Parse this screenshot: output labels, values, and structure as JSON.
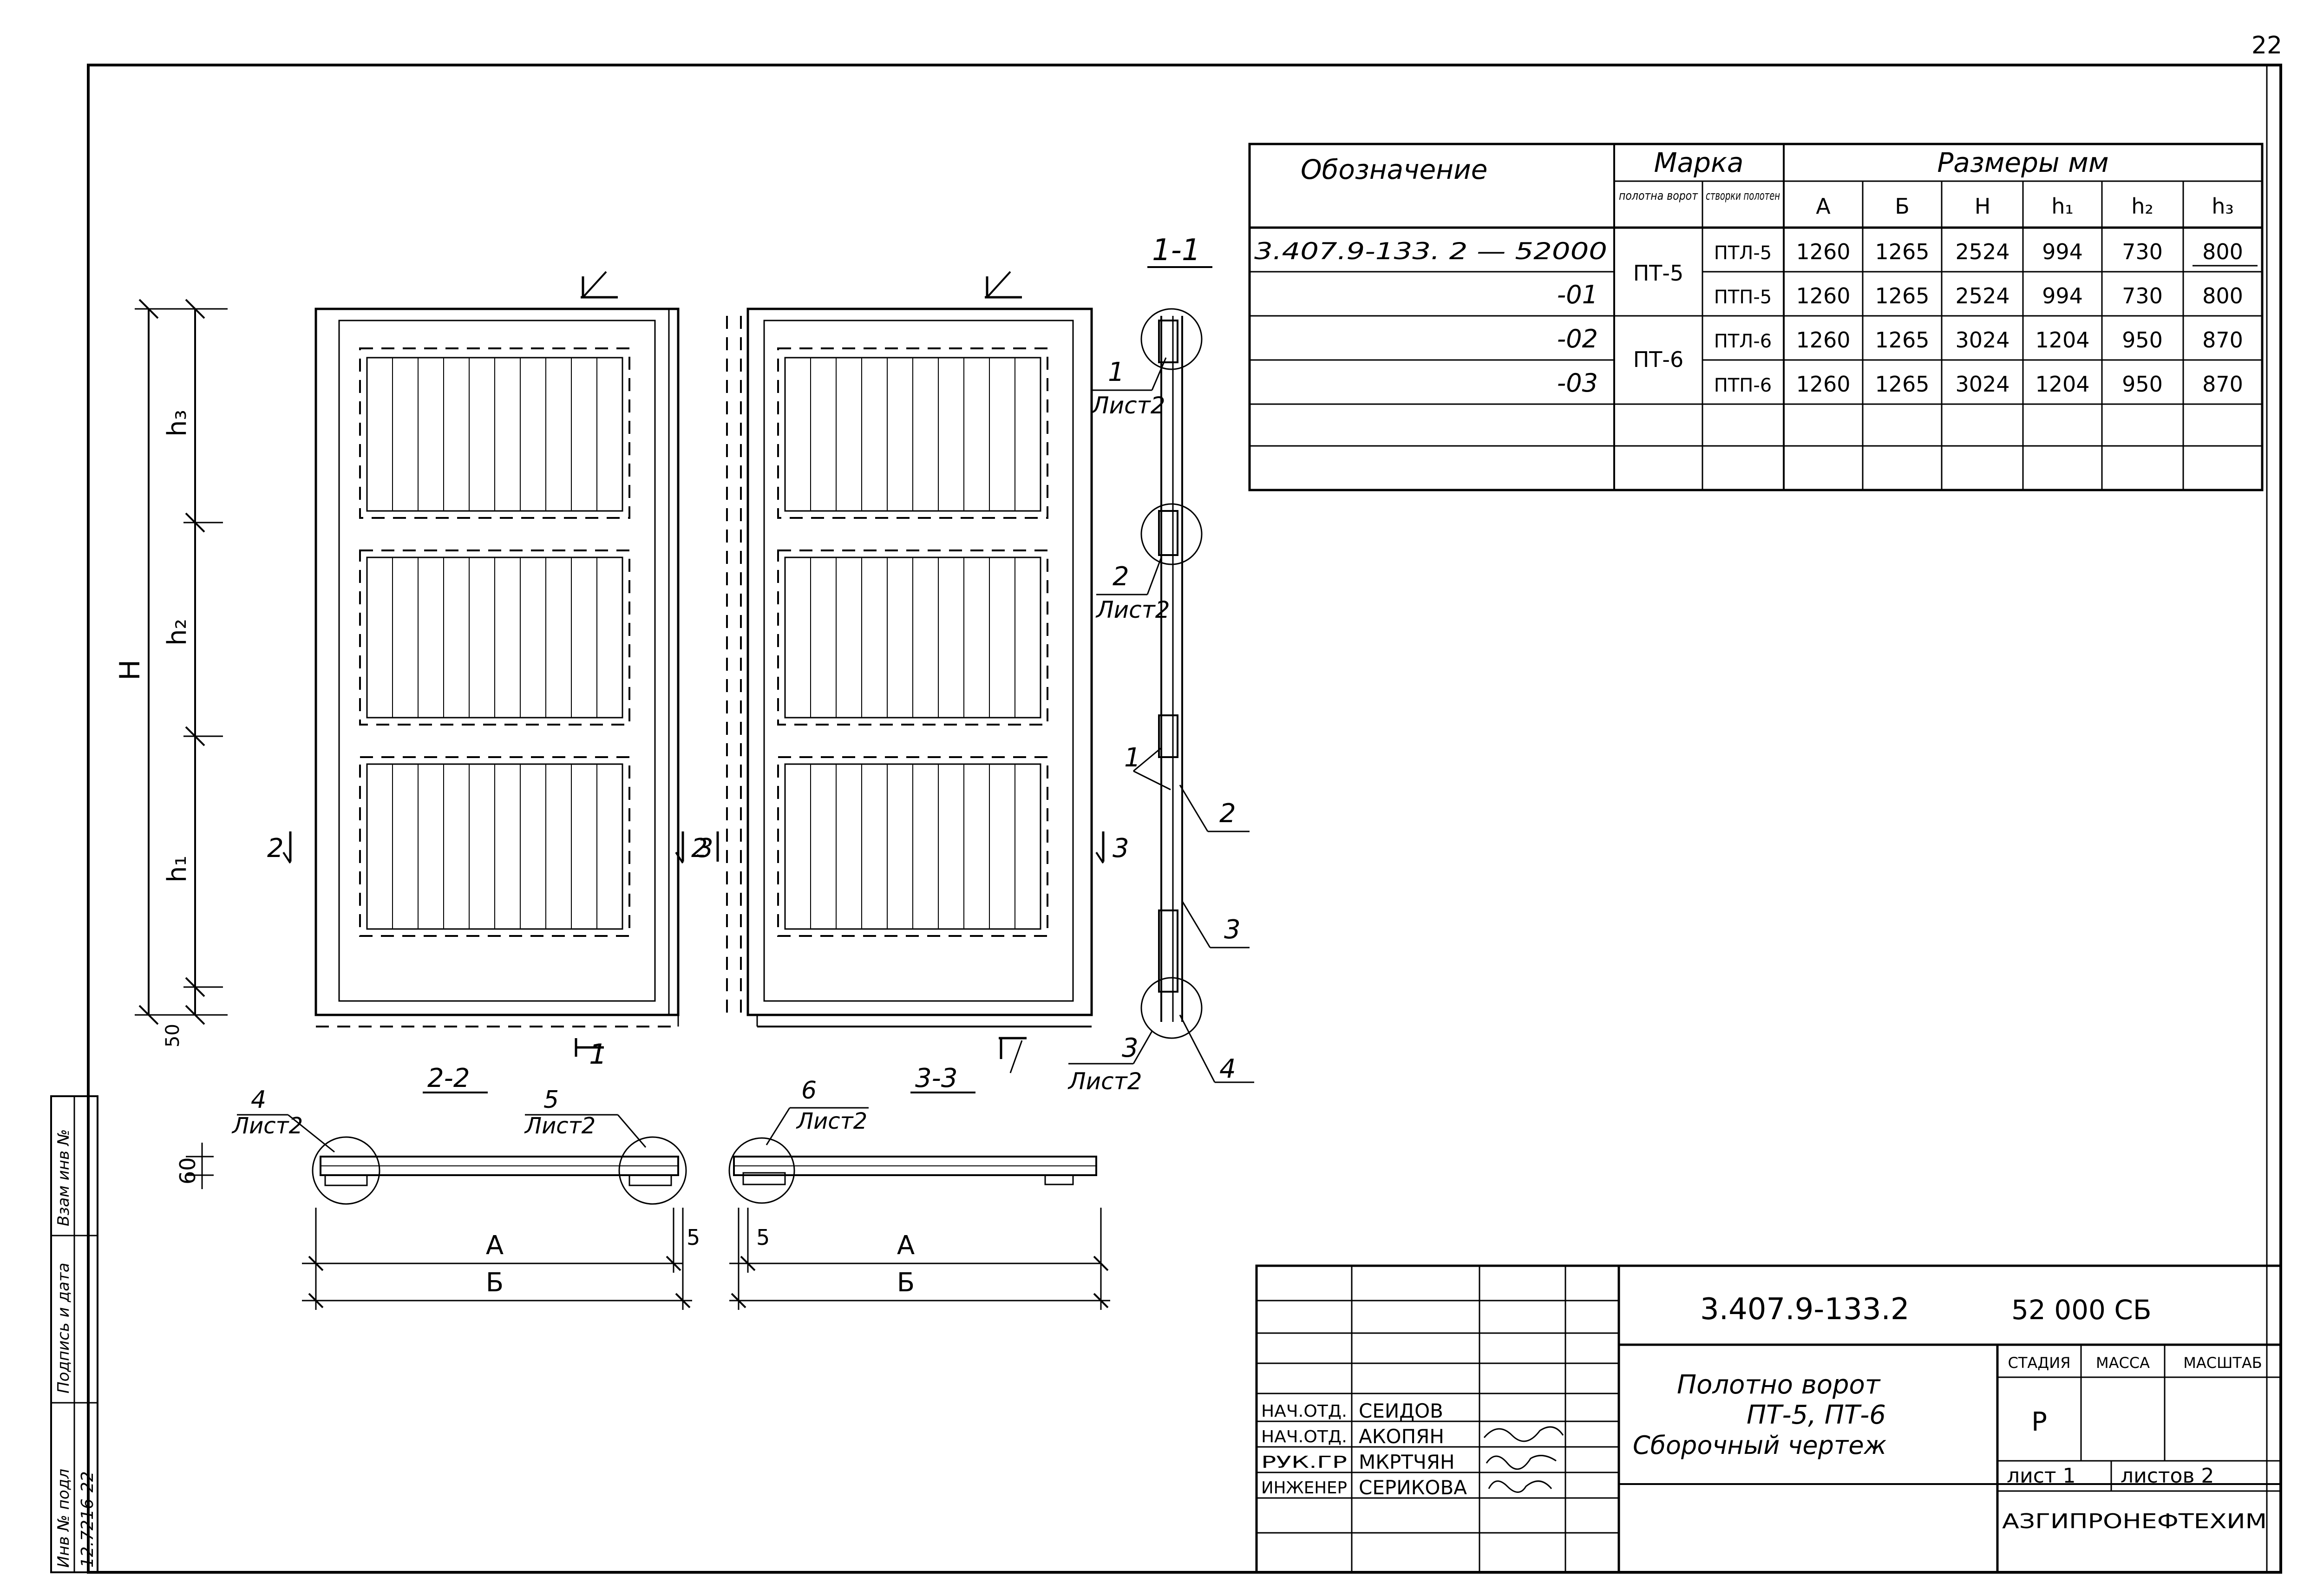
{
  "page_number": "22",
  "spec_table": {
    "headers": {
      "designation": "Обозначение",
      "marka": "Марка",
      "marka_sub1": "полотна ворот",
      "marka_sub2": "створки полотен",
      "sizes": "Размеры  мм",
      "cols": [
        "А",
        "Б",
        "Н",
        "h₁",
        "h₂",
        "h₃"
      ]
    },
    "rows": [
      {
        "designation": "3.407.9-133. 2 — 52000",
        "marka": "ПТ-5",
        "stvorka": "ПТЛ-5",
        "values": [
          "1260",
          "1265",
          "2524",
          "994",
          "730",
          "800"
        ]
      },
      {
        "designation": "-01",
        "marka": "",
        "stvorka": "ПТП-5",
        "values": [
          "1260",
          "1265",
          "2524",
          "994",
          "730",
          "800"
        ]
      },
      {
        "designation": "-02",
        "marka": "ПТ-6",
        "stvorka": "ПТЛ-6",
        "values": [
          "1260",
          "1265",
          "3024",
          "1204",
          "950",
          "870"
        ]
      },
      {
        "designation": "-03",
        "marka": "",
        "stvorka": "ПТП-6",
        "values": [
          "1260",
          "1265",
          "3024",
          "1204",
          "950",
          "870"
        ]
      }
    ]
  },
  "drawing_labels": {
    "section_1_1": "1-1",
    "section_2_2": "2-2",
    "section_3_3": "3-3",
    "cut_1": "1",
    "cut_2": "2",
    "cut_3": "3",
    "dim_H": "Н",
    "dim_h1": "h₁",
    "dim_h2": "h₂",
    "dim_h3": "h₃",
    "dim_50": "50",
    "dim_60": "60",
    "dim_5": "5",
    "dim_A": "А",
    "dim_B": "Б",
    "sheet_ref": "Лист2",
    "callout_1": "1",
    "callout_2": "2",
    "callout_3": "3",
    "callout_4": "4",
    "callout_5": "5",
    "callout_6": "6"
  },
  "side_stamp": {
    "inv_podl": "Инв № подл",
    "podpis": "Подпись и дата",
    "vzam": "Взам инв №",
    "inv_value": "12.7216-22"
  },
  "title_block": {
    "doc_code": "3.407.9-133.2",
    "doc_number": "52 000 СБ",
    "title_line1": "Полотно   ворот",
    "title_line2": "ПТ-5, ПТ-6",
    "title_line3": "Сборочный   чертеж",
    "stadia_label": "СТАДИЯ",
    "massa_label": "МАССА",
    "masshtab_label": "МАСШТАБ",
    "stadia_value": "Р",
    "sheet_label": "лист 1",
    "sheets_label": "листов 2",
    "organization": "АЗГИПРОНЕФТЕХИМ",
    "staff": [
      {
        "role": "НАЧ.ОТД.",
        "name": "СЕИДОВ"
      },
      {
        "role": "НАЧ.ОТД.",
        "name": "АКОПЯН"
      },
      {
        "role": "РУК.ГР",
        "name": "МКРТЧЯН"
      },
      {
        "role": "ИНЖЕНЕР",
        "name": "СЕРИКОВА"
      }
    ]
  }
}
